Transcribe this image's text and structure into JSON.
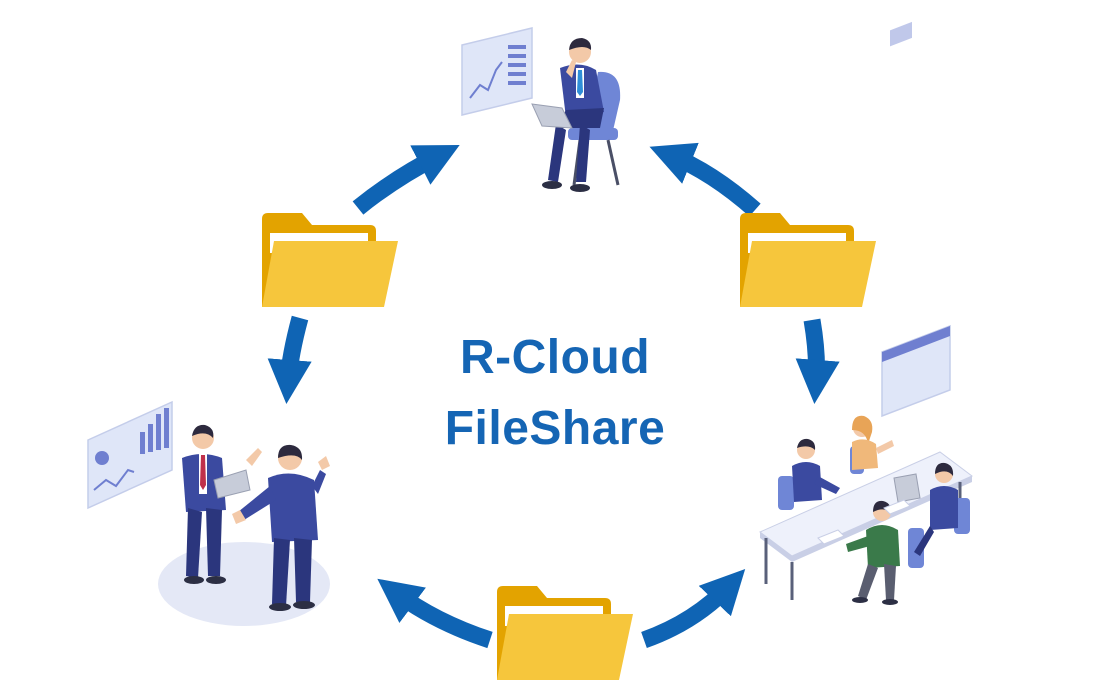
{
  "title": {
    "line1": "R-Cloud",
    "line2": "FileShare"
  },
  "colors": {
    "title": "#1565b4",
    "arrow": "#0f64b4",
    "folder_back": "#e3a300",
    "folder_front": "#f6c63c",
    "folder_front_shade": "#efb51b",
    "suit": "#3b4aa0",
    "suit_dark": "#2b367d",
    "chair": "#6f86d6",
    "skin": "#f3c9a8",
    "panel": "#dfe6f8",
    "panel_accent": "#6f7fd0",
    "shadow": "#e4e8f6"
  },
  "nodes": [
    {
      "name": "individual-worker",
      "icon": "person-laptop-icon"
    },
    {
      "name": "team-meeting",
      "icon": "meeting-table-icon"
    },
    {
      "name": "business-discussion",
      "icon": "two-people-discussion-icon"
    }
  ],
  "folders": [
    "folder-icon",
    "folder-icon",
    "folder-icon"
  ]
}
